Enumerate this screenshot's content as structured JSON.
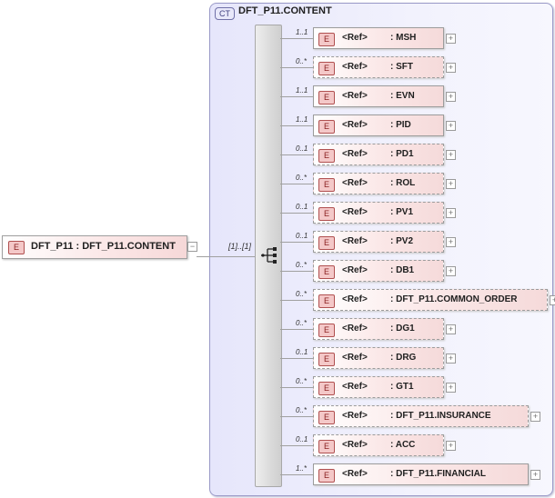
{
  "complex_type": {
    "badge": "CT",
    "title": "DFT_P11.CONTENT"
  },
  "root_element": {
    "badge": "E",
    "label": "DFT_P11 : DFT_P11.CONTENT",
    "multiplicity": "[1]..[1]"
  },
  "icons": {
    "sequence": "sequence-compositor-icon",
    "expand": "plus-icon"
  },
  "children": [
    {
      "mult": "1..1",
      "ref": "<Ref>",
      "name": ": MSH",
      "optional": false
    },
    {
      "mult": "0..*",
      "ref": "<Ref>",
      "name": ": SFT",
      "optional": true
    },
    {
      "mult": "1..1",
      "ref": "<Ref>",
      "name": ": EVN",
      "optional": false
    },
    {
      "mult": "1..1",
      "ref": "<Ref>",
      "name": ": PID",
      "optional": false
    },
    {
      "mult": "0..1",
      "ref": "<Ref>",
      "name": ": PD1",
      "optional": true
    },
    {
      "mult": "0..*",
      "ref": "<Ref>",
      "name": ": ROL",
      "optional": true
    },
    {
      "mult": "0..1",
      "ref": "<Ref>",
      "name": ": PV1",
      "optional": true
    },
    {
      "mult": "0..1",
      "ref": "<Ref>",
      "name": ": PV2",
      "optional": true
    },
    {
      "mult": "0..*",
      "ref": "<Ref>",
      "name": ": DB1",
      "optional": true
    },
    {
      "mult": "0..*",
      "ref": "<Ref>",
      "name": ": DFT_P11.COMMON_ORDER",
      "optional": true
    },
    {
      "mult": "0..*",
      "ref": "<Ref>",
      "name": ": DG1",
      "optional": true
    },
    {
      "mult": "0..1",
      "ref": "<Ref>",
      "name": ": DRG",
      "optional": true
    },
    {
      "mult": "0..*",
      "ref": "<Ref>",
      "name": ": GT1",
      "optional": true
    },
    {
      "mult": "0..*",
      "ref": "<Ref>",
      "name": ": DFT_P11.INSURANCE",
      "optional": true
    },
    {
      "mult": "0..1",
      "ref": "<Ref>",
      "name": ": ACC",
      "optional": true
    },
    {
      "mult": "1..*",
      "ref": "<Ref>",
      "name": ": DFT_P11.FINANCIAL",
      "optional": false
    }
  ]
}
